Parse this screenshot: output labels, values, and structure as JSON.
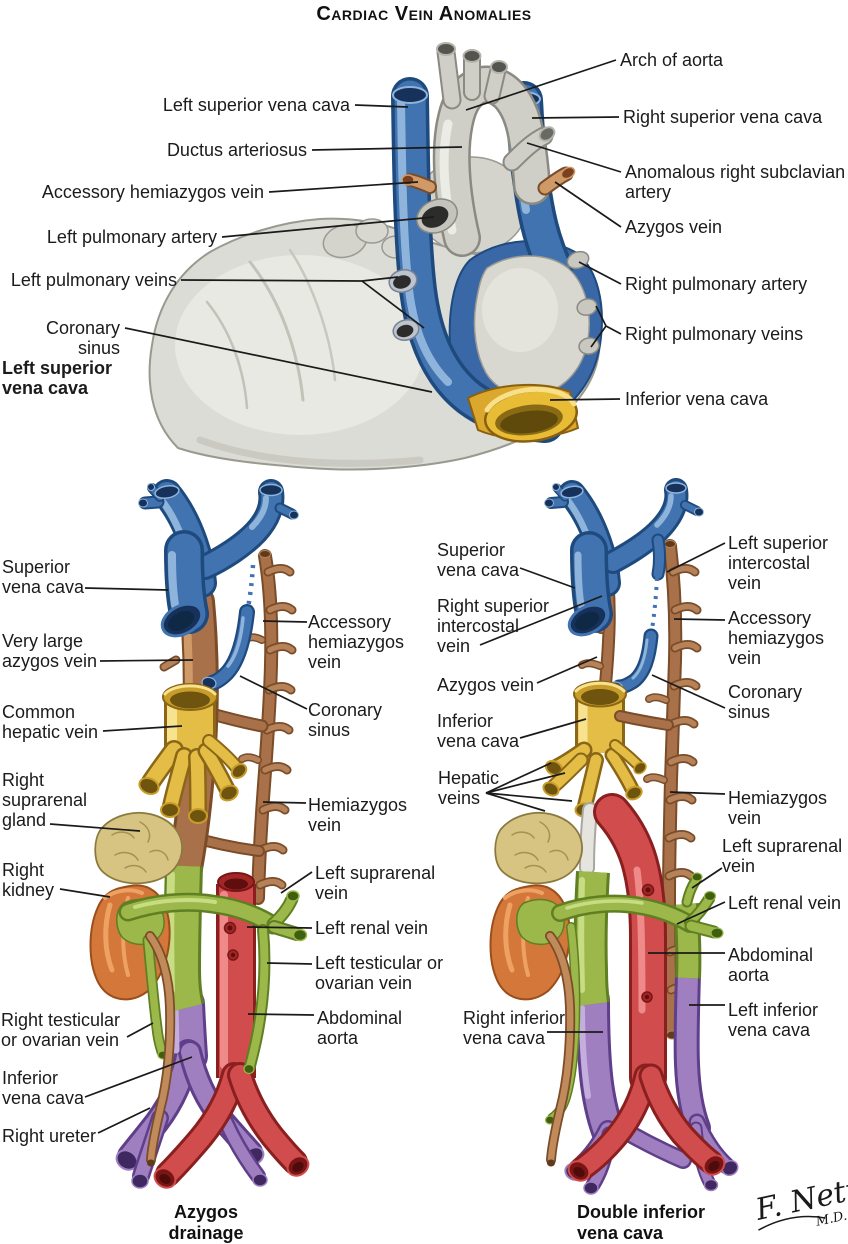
{
  "title": "Cardiac Vein Anomalies",
  "palette": {
    "vein_blue": "#4073b0",
    "azygos_brown": "#a9714a",
    "hepatic_yellow": "#e3bd45",
    "renal_green": "#9cb84a",
    "aorta_red": "#d14c4c",
    "ivc_purple": "#9f7fc0",
    "kidney_orange": "#d4773a",
    "gland_tan": "#d8c482",
    "heart_gray": "#dcdcd6"
  },
  "heart": {
    "labels": [
      {
        "id": "h-lsvc-top",
        "text": "Left superior vena cava"
      },
      {
        "id": "h-ductus",
        "text": "Ductus arteriosus"
      },
      {
        "id": "h-acc-hemi",
        "text": "Accessory hemiazygos vein"
      },
      {
        "id": "h-lpa",
        "text": "Left pulmonary artery"
      },
      {
        "id": "h-lpv",
        "text": "Left pulmonary veins"
      },
      {
        "id": "h-cor-sinus",
        "text": "Coronary sinus"
      },
      {
        "id": "h-lsvc-bold",
        "text": "Left superior\nvena cava",
        "bold": true
      },
      {
        "id": "h-arch",
        "text": "Arch of aorta"
      },
      {
        "id": "h-rsvc",
        "text": "Right superior vena cava"
      },
      {
        "id": "h-anom",
        "text": "Anomalous right subclavian\nartery"
      },
      {
        "id": "h-azygos",
        "text": "Azygos vein"
      },
      {
        "id": "h-rpa",
        "text": "Right pulmonary artery"
      },
      {
        "id": "h-rpv",
        "text": "Right pulmonary veins"
      },
      {
        "id": "h-ivc",
        "text": "Inferior vena cava"
      }
    ]
  },
  "azygos_fig": {
    "caption": "Azygos\ndrainage",
    "labels": [
      {
        "id": "a-svc",
        "text": "Superior\nvena cava"
      },
      {
        "id": "a-azygos-lg",
        "text": "Very large\nazygos vein"
      },
      {
        "id": "a-hepatic",
        "text": "Common\nhepatic vein"
      },
      {
        "id": "a-suprarenal",
        "text": "Right\nsuprarenal\ngland"
      },
      {
        "id": "a-kidney",
        "text": "Right\nkidney"
      },
      {
        "id": "a-r-testicular",
        "text": "Right testicular\nor ovarian vein"
      },
      {
        "id": "a-ivc",
        "text": "Inferior\nvena cava"
      },
      {
        "id": "a-ureter",
        "text": "Right ureter"
      },
      {
        "id": "a-acc-hemi",
        "text": "Accessory\nhemiazygos\nvein"
      },
      {
        "id": "a-cor-sinus",
        "text": "Coronary\nsinus"
      },
      {
        "id": "a-hemi",
        "text": "Hemiazygos\nvein"
      },
      {
        "id": "a-l-suprarenal",
        "text": "Left suprarenal\nvein"
      },
      {
        "id": "a-l-renal",
        "text": "Left renal vein"
      },
      {
        "id": "a-l-testicular",
        "text": "Left testicular or\novarian vein"
      },
      {
        "id": "a-aorta",
        "text": "Abdominal\naorta"
      }
    ]
  },
  "divc_fig": {
    "caption": "Double inferior\nvena cava",
    "labels": [
      {
        "id": "d-svc",
        "text": "Superior\nvena cava"
      },
      {
        "id": "d-rsiv",
        "text": "Right superior\nintercostal\nvein"
      },
      {
        "id": "d-azygos",
        "text": "Azygos vein"
      },
      {
        "id": "d-ivc",
        "text": "Inferior\nvena cava"
      },
      {
        "id": "d-hepatic",
        "text": "Hepatic\nveins"
      },
      {
        "id": "d-rivc",
        "text": "Right inferior\nvena cava"
      },
      {
        "id": "d-lsiv",
        "text": "Left superior\nintercostal\nvein"
      },
      {
        "id": "d-acc-hemi",
        "text": "Accessory\nhemiazygos\nvein"
      },
      {
        "id": "d-cor-sinus",
        "text": "Coronary\nsinus"
      },
      {
        "id": "d-hemi",
        "text": "Hemiazygos\nvein"
      },
      {
        "id": "d-l-suprarenal",
        "text": "Left suprarenal\nvein"
      },
      {
        "id": "d-l-renal",
        "text": "Left renal vein"
      },
      {
        "id": "d-aorta",
        "text": "Abdominal\naorta"
      },
      {
        "id": "d-livc",
        "text": "Left inferior\nvena cava"
      }
    ]
  },
  "signature": {
    "name": "F. Netter",
    "degree": "M.D."
  }
}
